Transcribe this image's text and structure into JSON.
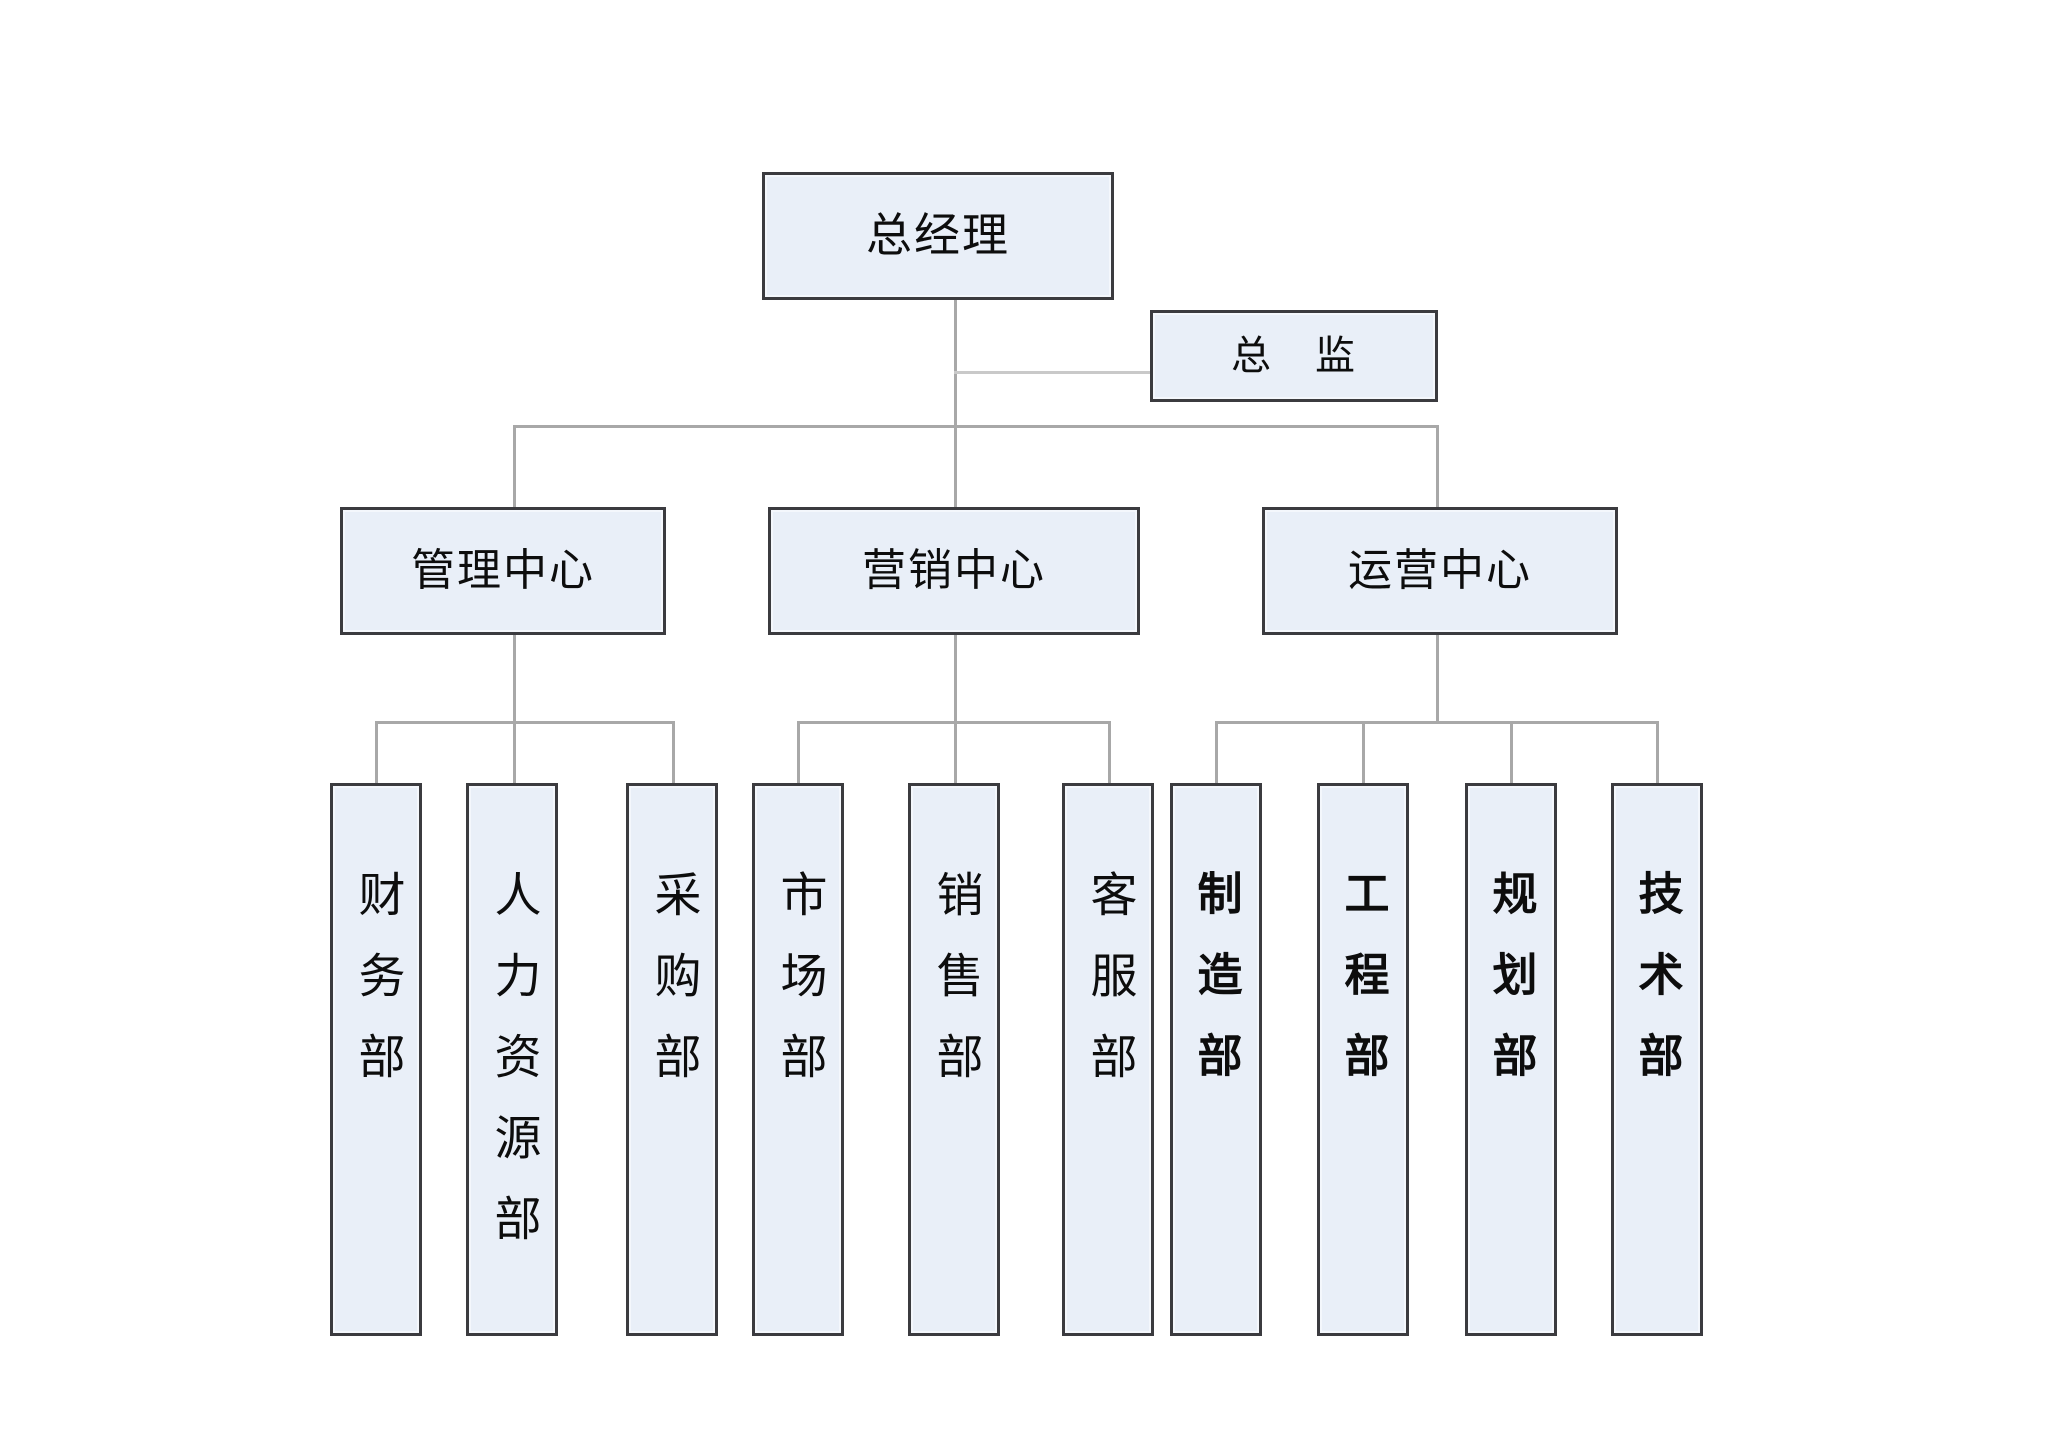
{
  "chart_title": "",
  "theme": {
    "box_fill": "#e9eff8",
    "box_border": "#3b3b3f",
    "line_color": "#a8a8a8",
    "text_color": "#0d0d0d",
    "background": "#ffffff"
  },
  "org_chart": {
    "type": "organization-hierarchy",
    "root": {
      "label": "总经理"
    },
    "staff": {
      "label": "总　监"
    },
    "centers": [
      {
        "label": "管理中心",
        "departments": [
          {
            "label": "财务部",
            "bold": false
          },
          {
            "label": "人力资源部",
            "bold": false
          },
          {
            "label": "采购部",
            "bold": false
          }
        ]
      },
      {
        "label": "营销中心",
        "departments": [
          {
            "label": "市场部",
            "bold": false
          },
          {
            "label": "销售部",
            "bold": false
          },
          {
            "label": "客服部",
            "bold": false
          }
        ]
      },
      {
        "label": "运营中心",
        "departments": [
          {
            "label": "制造部",
            "bold": true
          },
          {
            "label": "工程部",
            "bold": true
          },
          {
            "label": "规划部",
            "bold": true
          },
          {
            "label": "技术部",
            "bold": true
          }
        ]
      }
    ]
  }
}
